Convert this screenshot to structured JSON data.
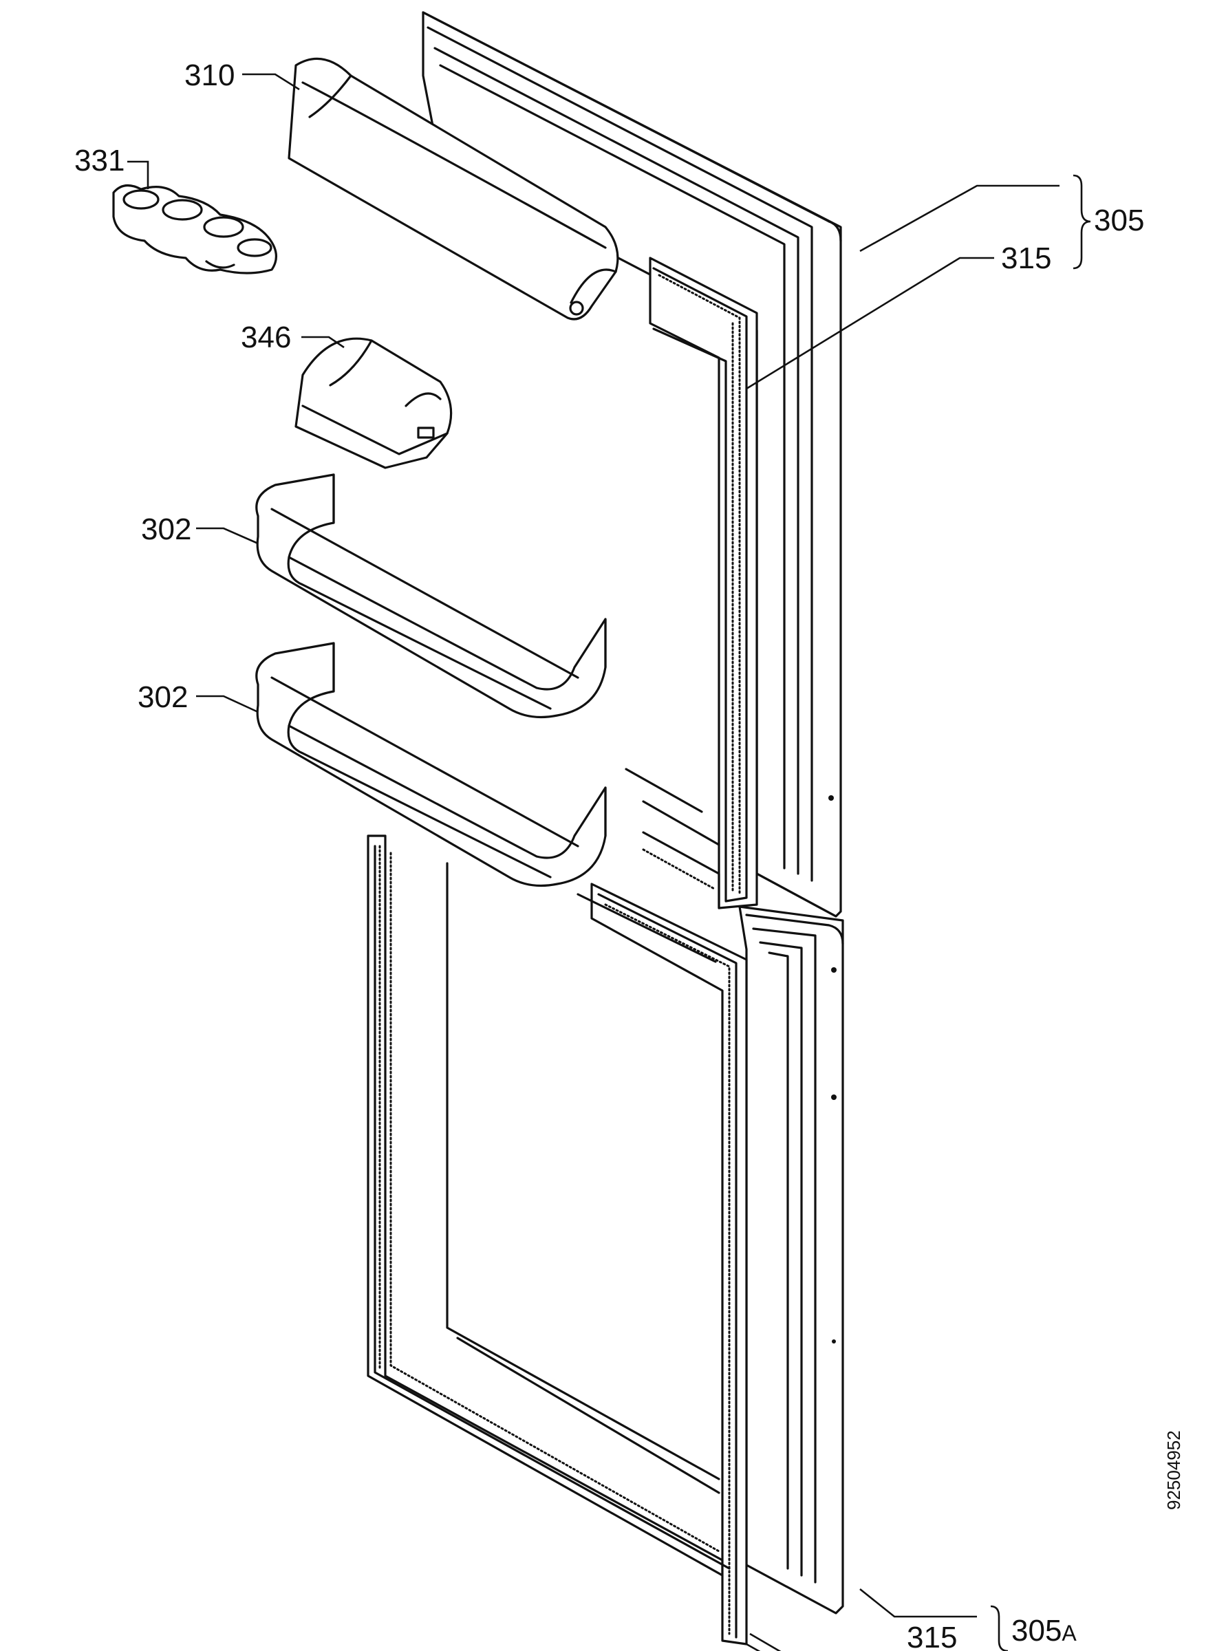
{
  "labels": {
    "part_310": "310",
    "part_331": "331",
    "part_346": "346",
    "part_302_upper": "302",
    "part_302_lower": "302",
    "part_305": "305",
    "part_315_upper": "315",
    "part_305A": "305",
    "part_305A_suffix": "A",
    "part_315_lower": "315"
  },
  "drawing_number": "92504952"
}
